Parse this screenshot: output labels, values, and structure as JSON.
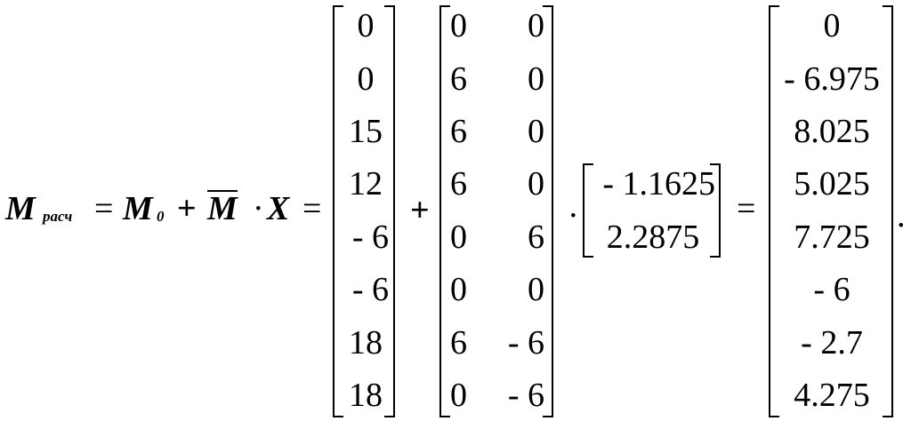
{
  "lhs": {
    "m_symbol": "M",
    "m_subscript": "расч",
    "equals1": "=",
    "m0_symbol": "M",
    "m0_subscript": "0",
    "plus1": "+",
    "mbar_symbol": "M",
    "dot1": "·",
    "x_symbol": "X",
    "equals2": "="
  },
  "m0_vector": [
    "0",
    "0",
    "15",
    "12",
    "- 6",
    "- 6",
    "18",
    "18"
  ],
  "plus2": "+",
  "mbar_matrix": [
    [
      "0",
      "0"
    ],
    [
      "6",
      "0"
    ],
    [
      "6",
      "0"
    ],
    [
      "6",
      "0"
    ],
    [
      "0",
      "6"
    ],
    [
      "0",
      "0"
    ],
    [
      "6",
      "- 6"
    ],
    [
      "0",
      "- 6"
    ]
  ],
  "dot2": "·",
  "x_vector": [
    "- 1.1625",
    "2.2875"
  ],
  "equals3": "=",
  "result_vector": [
    "0",
    "- 6.975",
    "8.025",
    "5.025",
    "7.725",
    "- 6",
    "- 2.7",
    "4.275"
  ],
  "period": "."
}
